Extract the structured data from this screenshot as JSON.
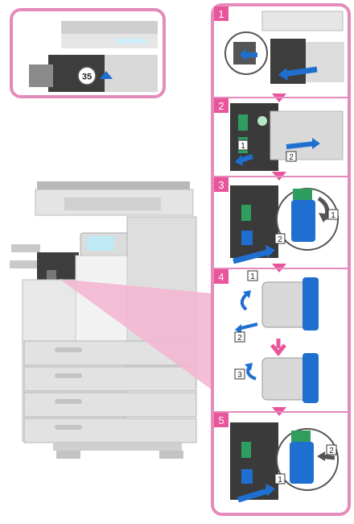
{
  "colors": {
    "accent": "#e58bbb",
    "accent_light": "#f3b7d3",
    "step_fill": "#e8559b",
    "blue": "#1f6fd0",
    "green": "#2e9d5d"
  },
  "inset": {
    "badge": "35"
  },
  "steps": [
    {
      "number": "1"
    },
    {
      "number": "2",
      "callouts": [
        "1",
        "2"
      ]
    },
    {
      "number": "3",
      "callouts": [
        "1",
        "2"
      ]
    },
    {
      "number": "4",
      "callouts": [
        "1",
        "2",
        "3"
      ]
    },
    {
      "number": "5",
      "callouts": [
        "1",
        "2"
      ]
    }
  ],
  "icons": {
    "arrow": "arrow-icon",
    "down": "down-triangle-icon"
  }
}
